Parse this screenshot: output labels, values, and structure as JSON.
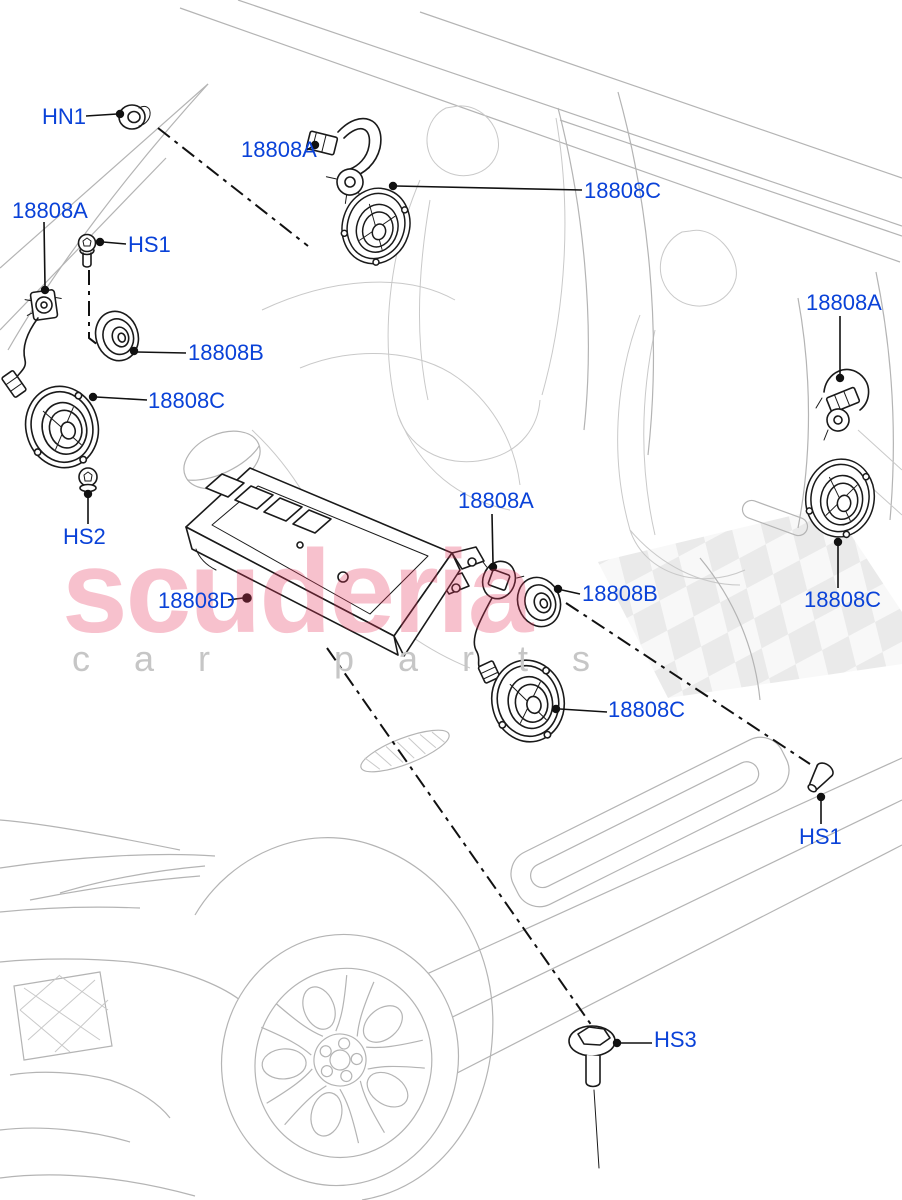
{
  "colors": {
    "label_blue": "#0a42d8",
    "part_line_black": "#1a1a1a",
    "car_line_gray": "#b4b4b4",
    "watermark_pink": "#e8355c",
    "watermark_gray": "#c6c6c6",
    "checker_gray": "#d8d8d8",
    "background": "#ffffff"
  },
  "watermark": {
    "line1": "scuderia",
    "line2": "car parts"
  },
  "labels": {
    "hn1": "HN1",
    "a_top": "18808A",
    "c_top": "18808C",
    "a_left": "18808A",
    "hs1_left": "HS1",
    "b_left": "18808B",
    "c_left": "18808C",
    "hs2": "HS2",
    "d_amp": "18808D",
    "a_right": "18808A",
    "c_right": "18808C",
    "a_center": "18808A",
    "b_center": "18808B",
    "c_center": "18808C",
    "hs1_right": "HS1",
    "hs3": "HS3"
  },
  "parts": [
    {
      "label": "HN1",
      "part": "push-pin-clip"
    },
    {
      "label": "HS1",
      "part": "torx-screw"
    },
    {
      "label": "HS2",
      "part": "torx-flange-screw"
    },
    {
      "label": "HS3",
      "part": "washer-head-bolt"
    },
    {
      "label": "18808A",
      "part": "tweeter-speaker-with-harness"
    },
    {
      "label": "18808B",
      "part": "midrange-speaker-small"
    },
    {
      "label": "18808C",
      "part": "door-speaker-large"
    },
    {
      "label": "18808D",
      "part": "audio-amplifier-unit"
    }
  ]
}
